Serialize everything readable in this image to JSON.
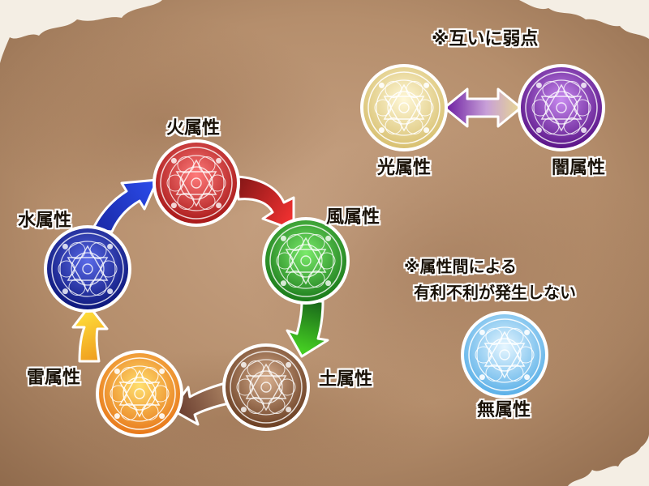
{
  "cycle": {
    "fire": {
      "label": "火属性",
      "color": "#d42a2a"
    },
    "wind": {
      "label": "風属性",
      "color": "#2a9a2a"
    },
    "earth": {
      "label": "土属性",
      "color": "#8a5a3a"
    },
    "thunder": {
      "label": "雷属性",
      "color": "#f0a820"
    },
    "water": {
      "label": "水属性",
      "color": "#1a2aa8"
    }
  },
  "mutual": {
    "note": "※互いに弱点",
    "light": {
      "label": "光属性",
      "color": "#e8d890"
    },
    "dark": {
      "label": "闇属性",
      "color": "#8a2ab8"
    }
  },
  "neutral": {
    "note_line1": "※属性間による",
    "note_line2": "有利不利が発生しない",
    "none": {
      "label": "無属性",
      "color": "#7ac8ee"
    }
  }
}
